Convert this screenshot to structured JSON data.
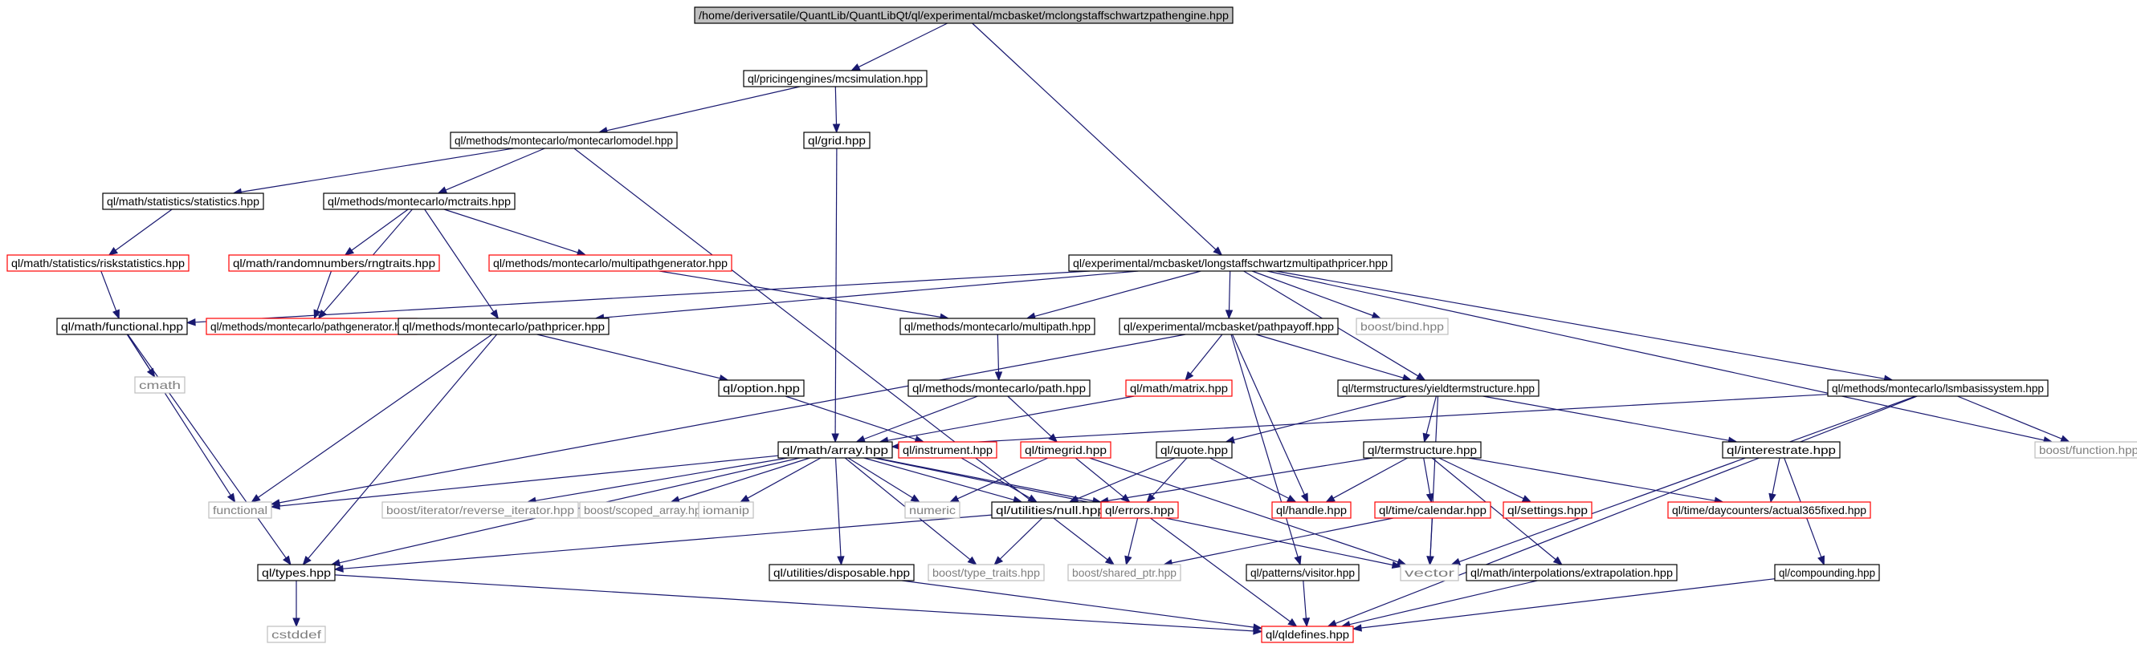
{
  "diagram": {
    "title": "",
    "colors": {
      "edge": "#191970",
      "normal_border": "#000000",
      "truncated_border": "#ff0000",
      "external_border": "#bfbfbf",
      "external_text": "#7f7f7f",
      "root_fill": "#bfbfbf",
      "node_fill": "#ffffff"
    },
    "nodes": [
      {
        "id": "root",
        "label": "/home/deriversatile/QuantLib/QuantLibQt/ql/experimental/mcbasket/mclongstaffschwartzpathengine.hpp",
        "style": "root"
      },
      {
        "id": "mcsimulation",
        "label": "ql/pricingengines/mcsimulation.hpp",
        "style": "normal"
      },
      {
        "id": "montecarlomodel",
        "label": "ql/methods/montecarlo/montecarlomodel.hpp",
        "style": "normal"
      },
      {
        "id": "grid",
        "label": "ql/grid.hpp",
        "style": "normal"
      },
      {
        "id": "statistics",
        "label": "ql/math/statistics/statistics.hpp",
        "style": "normal"
      },
      {
        "id": "mctraits",
        "label": "ql/methods/montecarlo/mctraits.hpp",
        "style": "normal"
      },
      {
        "id": "riskstatistics",
        "label": "ql/math/statistics/riskstatistics.hpp",
        "style": "truncated"
      },
      {
        "id": "rngtraits",
        "label": "ql/math/randomnumbers/rngtraits.hpp",
        "style": "truncated"
      },
      {
        "id": "multipathgenerator",
        "label": "ql/methods/montecarlo/multipathgenerator.hpp",
        "style": "truncated"
      },
      {
        "id": "lsmultipathpricer",
        "label": "ql/experimental/mcbasket/longstaffschwartzmultipathpricer.hpp",
        "style": "normal"
      },
      {
        "id": "functional_hpp",
        "label": "ql/math/functional.hpp",
        "style": "normal"
      },
      {
        "id": "pathgenerator",
        "label": "ql/methods/montecarlo/pathgenerator.hpp",
        "style": "truncated"
      },
      {
        "id": "pathpricer",
        "label": "ql/methods/montecarlo/pathpricer.hpp",
        "style": "normal"
      },
      {
        "id": "multipath",
        "label": "ql/methods/montecarlo/multipath.hpp",
        "style": "normal"
      },
      {
        "id": "pathpayoff",
        "label": "ql/experimental/mcbasket/pathpayoff.hpp",
        "style": "normal"
      },
      {
        "id": "boostbind",
        "label": "boost/bind.hpp",
        "style": "external"
      },
      {
        "id": "cmath",
        "label": "cmath",
        "style": "external"
      },
      {
        "id": "option",
        "label": "ql/option.hpp",
        "style": "normal"
      },
      {
        "id": "path",
        "label": "ql/methods/montecarlo/path.hpp",
        "style": "normal"
      },
      {
        "id": "matrix",
        "label": "ql/math/matrix.hpp",
        "style": "truncated"
      },
      {
        "id": "yieldts",
        "label": "ql/termstructures/yieldtermstructure.hpp",
        "style": "normal"
      },
      {
        "id": "lsmbasis",
        "label": "ql/methods/montecarlo/lsmbasissystem.hpp",
        "style": "normal"
      },
      {
        "id": "boostfunction",
        "label": "boost/function.hpp",
        "style": "external"
      },
      {
        "id": "array",
        "label": "ql/math/array.hpp",
        "style": "normal"
      },
      {
        "id": "instrument",
        "label": "ql/instrument.hpp",
        "style": "truncated"
      },
      {
        "id": "timegrid",
        "label": "ql/timegrid.hpp",
        "style": "truncated"
      },
      {
        "id": "quote",
        "label": "ql/quote.hpp",
        "style": "normal"
      },
      {
        "id": "termstructure",
        "label": "ql/termstructure.hpp",
        "style": "normal"
      },
      {
        "id": "interestrate",
        "label": "ql/interestrate.hpp",
        "style": "normal"
      },
      {
        "id": "functional",
        "label": "functional",
        "style": "external"
      },
      {
        "id": "reverse_iterator",
        "label": "boost/iterator/reverse_iterator.hpp",
        "style": "external"
      },
      {
        "id": "scoped_array",
        "label": "boost/scoped_array.hpp",
        "style": "external"
      },
      {
        "id": "iomanip",
        "label": "iomanip",
        "style": "external"
      },
      {
        "id": "numeric",
        "label": "numeric",
        "style": "external"
      },
      {
        "id": "null",
        "label": "ql/utilities/null.hpp",
        "style": "normal"
      },
      {
        "id": "errors",
        "label": "ql/errors.hpp",
        "style": "truncated"
      },
      {
        "id": "handle",
        "label": "ql/handle.hpp",
        "style": "truncated"
      },
      {
        "id": "calendar",
        "label": "ql/time/calendar.hpp",
        "style": "truncated"
      },
      {
        "id": "settings",
        "label": "ql/settings.hpp",
        "style": "truncated"
      },
      {
        "id": "actual365",
        "label": "ql/time/daycounters/actual365fixed.hpp",
        "style": "truncated"
      },
      {
        "id": "types",
        "label": "ql/types.hpp",
        "style": "normal"
      },
      {
        "id": "disposable",
        "label": "ql/utilities/disposable.hpp",
        "style": "normal"
      },
      {
        "id": "type_traits",
        "label": "boost/type_traits.hpp",
        "style": "external"
      },
      {
        "id": "shared_ptr",
        "label": "boost/shared_ptr.hpp",
        "style": "external"
      },
      {
        "id": "visitor",
        "label": "ql/patterns/visitor.hpp",
        "style": "normal"
      },
      {
        "id": "vector",
        "label": "vector",
        "style": "external"
      },
      {
        "id": "extrapolation",
        "label": "ql/math/interpolations/extrapolation.hpp",
        "style": "normal"
      },
      {
        "id": "compounding",
        "label": "ql/compounding.hpp",
        "style": "normal"
      },
      {
        "id": "cstddef",
        "label": "cstddef",
        "style": "external"
      },
      {
        "id": "qldefines",
        "label": "ql/qldefines.hpp",
        "style": "truncated"
      }
    ],
    "edges": [
      [
        "root",
        "mcsimulation"
      ],
      [
        "root",
        "lsmultipathpricer"
      ],
      [
        "mcsimulation",
        "montecarlomodel"
      ],
      [
        "mcsimulation",
        "grid"
      ],
      [
        "montecarlomodel",
        "statistics"
      ],
      [
        "montecarlomodel",
        "mctraits"
      ],
      [
        "montecarlomodel",
        "shared_ptr"
      ],
      [
        "grid",
        "array"
      ],
      [
        "statistics",
        "riskstatistics"
      ],
      [
        "riskstatistics",
        "functional_hpp"
      ],
      [
        "mctraits",
        "rngtraits"
      ],
      [
        "mctraits",
        "multipathgenerator"
      ],
      [
        "mctraits",
        "pathgenerator"
      ],
      [
        "mctraits",
        "pathpricer"
      ],
      [
        "rngtraits",
        "pathgenerator"
      ],
      [
        "multipathgenerator",
        "multipath"
      ],
      [
        "lsmultipathpricer",
        "functional_hpp"
      ],
      [
        "lsmultipathpricer",
        "pathpricer"
      ],
      [
        "lsmultipathpricer",
        "multipath"
      ],
      [
        "lsmultipathpricer",
        "pathpayoff"
      ],
      [
        "lsmultipathpricer",
        "boostbind"
      ],
      [
        "lsmultipathpricer",
        "yieldts"
      ],
      [
        "lsmultipathpricer",
        "lsmbasis"
      ],
      [
        "lsmultipathpricer",
        "boostfunction"
      ],
      [
        "functional_hpp",
        "cmath"
      ],
      [
        "functional_hpp",
        "functional"
      ],
      [
        "functional_hpp",
        "types"
      ],
      [
        "pathpricer",
        "functional"
      ],
      [
        "pathpricer",
        "option"
      ],
      [
        "pathpricer",
        "types"
      ],
      [
        "multipath",
        "path"
      ],
      [
        "pathpayoff",
        "functional"
      ],
      [
        "pathpayoff",
        "matrix"
      ],
      [
        "pathpayoff",
        "yieldts"
      ],
      [
        "pathpayoff",
        "handle"
      ],
      [
        "pathpayoff",
        "visitor"
      ],
      [
        "option",
        "instrument"
      ],
      [
        "path",
        "array"
      ],
      [
        "path",
        "timegrid"
      ],
      [
        "matrix",
        "array"
      ],
      [
        "yieldts",
        "quote"
      ],
      [
        "yieldts",
        "termstructure"
      ],
      [
        "yieldts",
        "interestrate"
      ],
      [
        "yieldts",
        "vector"
      ],
      [
        "lsmbasis",
        "array"
      ],
      [
        "lsmbasis",
        "boostfunction"
      ],
      [
        "lsmbasis",
        "vector"
      ],
      [
        "lsmbasis",
        "qldefines"
      ],
      [
        "array",
        "functional"
      ],
      [
        "array",
        "reverse_iterator"
      ],
      [
        "array",
        "scoped_array"
      ],
      [
        "array",
        "iomanip"
      ],
      [
        "array",
        "numeric"
      ],
      [
        "array",
        "null"
      ],
      [
        "array",
        "errors"
      ],
      [
        "array",
        "types"
      ],
      [
        "array",
        "disposable"
      ],
      [
        "array",
        "type_traits"
      ],
      [
        "array",
        "vector"
      ],
      [
        "instrument",
        "null"
      ],
      [
        "timegrid",
        "numeric"
      ],
      [
        "timegrid",
        "errors"
      ],
      [
        "timegrid",
        "vector"
      ],
      [
        "quote",
        "null"
      ],
      [
        "quote",
        "errors"
      ],
      [
        "quote",
        "handle"
      ],
      [
        "termstructure",
        "null"
      ],
      [
        "termstructure",
        "handle"
      ],
      [
        "termstructure",
        "calendar"
      ],
      [
        "termstructure",
        "settings"
      ],
      [
        "termstructure",
        "actual365"
      ],
      [
        "termstructure",
        "extrapolation"
      ],
      [
        "interestrate",
        "actual365"
      ],
      [
        "interestrate",
        "compounding"
      ],
      [
        "null",
        "types"
      ],
      [
        "null",
        "type_traits"
      ],
      [
        "errors",
        "shared_ptr"
      ],
      [
        "errors",
        "qldefines"
      ],
      [
        "calendar",
        "vector"
      ],
      [
        "calendar",
        "shared_ptr"
      ],
      [
        "types",
        "cstddef"
      ],
      [
        "types",
        "qldefines"
      ],
      [
        "disposable",
        "qldefines"
      ],
      [
        "visitor",
        "qldefines"
      ],
      [
        "extrapolation",
        "qldefines"
      ],
      [
        "compounding",
        "qldefines"
      ]
    ]
  }
}
